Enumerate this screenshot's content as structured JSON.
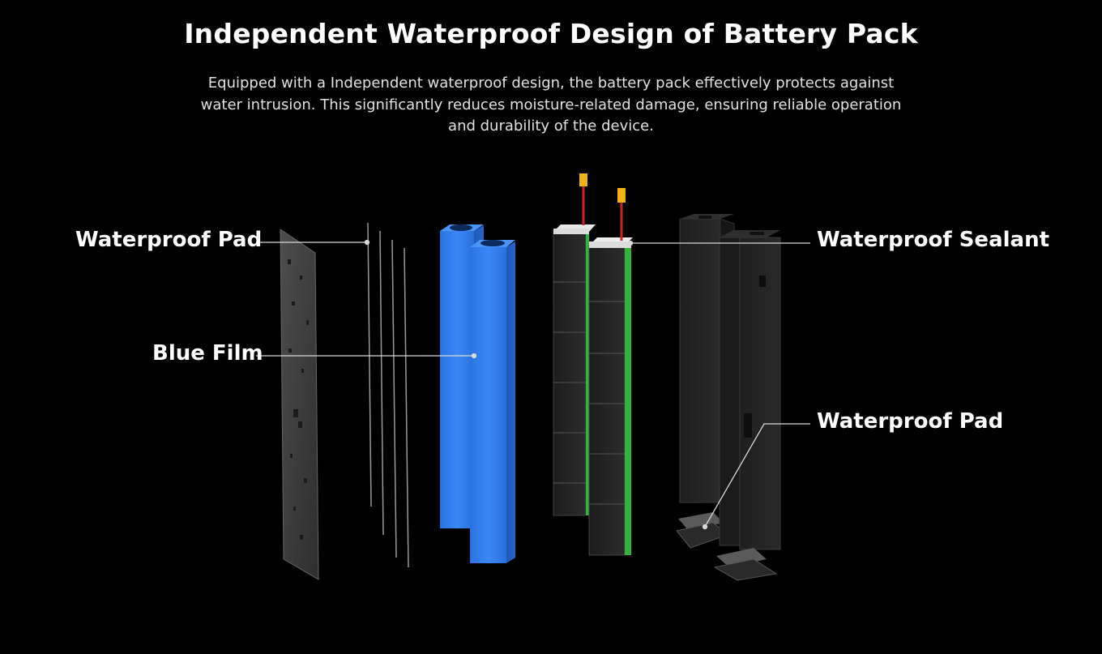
{
  "header": {
    "title": "Independent Waterproof Design of Battery Pack",
    "subtitle_lines": [
      "Equipped with a Independent waterproof design, the battery pack effectively protects against",
      "water intrusion. This significantly reduces moisture-related damage, ensuring reliable operation",
      "and durability of the device."
    ]
  },
  "callouts": {
    "waterproof_pad_left": "Waterproof Pad",
    "blue_film": "Blue Film",
    "waterproof_sealant": "Waterproof Sealant",
    "waterproof_pad_right": "Waterproof Pad"
  },
  "colors": {
    "background": "#000000",
    "blue_film": "#2f7ef0",
    "sealant": "#2fb53a",
    "wire_red": "#c8231e",
    "connector_yellow": "#f2b317",
    "leader_line": "#d9d9d9"
  }
}
